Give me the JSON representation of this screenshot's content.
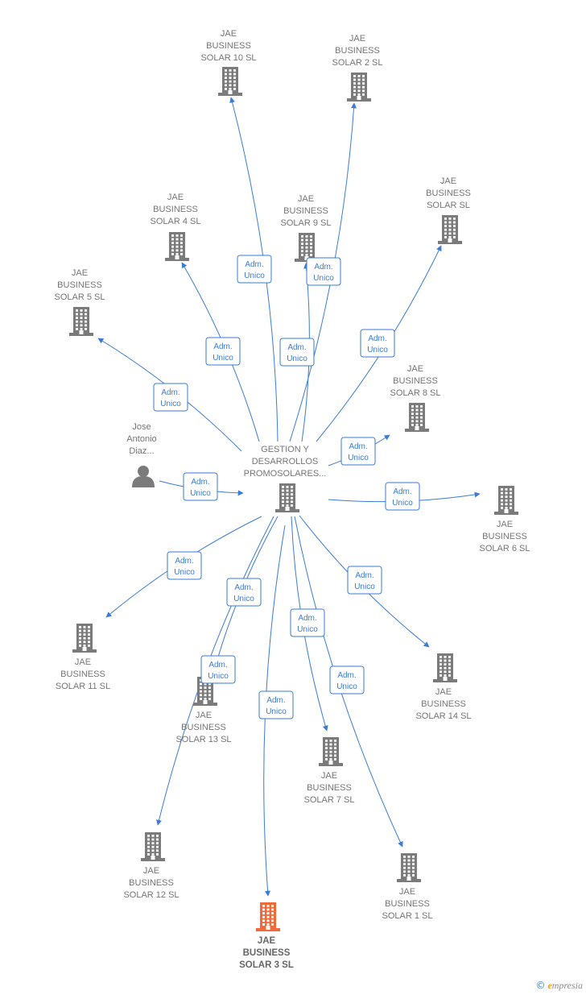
{
  "colors": {
    "edge": "#3a7bd5",
    "node": "#7b7b7b",
    "highlight": "#f26a3a",
    "label": "#757575"
  },
  "edge_label": [
    "Adm.",
    "Unico"
  ],
  "center": {
    "lines": [
      "GESTION Y",
      "DESARROLLOS",
      "PROMOSOLARES..."
    ],
    "icon": "building-icon"
  },
  "person": {
    "lines": [
      "Jose",
      "Antonio",
      "Diaz..."
    ],
    "icon": "person-icon"
  },
  "companies": [
    {
      "key": "solar10",
      "lines": [
        "JAE",
        "BUSINESS",
        "SOLAR 10  SL"
      ],
      "highlight": false
    },
    {
      "key": "solar2",
      "lines": [
        "JAE",
        "BUSINESS",
        "SOLAR 2  SL"
      ],
      "highlight": false
    },
    {
      "key": "solar",
      "lines": [
        "JAE",
        "BUSINESS",
        "SOLAR  SL"
      ],
      "highlight": false
    },
    {
      "key": "solar4",
      "lines": [
        "JAE",
        "BUSINESS",
        "SOLAR 4  SL"
      ],
      "highlight": false
    },
    {
      "key": "solar9",
      "lines": [
        "JAE",
        "BUSINESS",
        "SOLAR 9  SL"
      ],
      "highlight": false
    },
    {
      "key": "solar5",
      "lines": [
        "JAE",
        "BUSINESS",
        "SOLAR 5  SL"
      ],
      "highlight": false
    },
    {
      "key": "solar8",
      "lines": [
        "JAE",
        "BUSINESS",
        "SOLAR 8  SL"
      ],
      "highlight": false
    },
    {
      "key": "solar6",
      "lines": [
        "JAE",
        "BUSINESS",
        "SOLAR 6  SL"
      ],
      "highlight": false
    },
    {
      "key": "solar11",
      "lines": [
        "JAE",
        "BUSINESS",
        "SOLAR 11  SL"
      ],
      "highlight": false
    },
    {
      "key": "solar14",
      "lines": [
        "JAE",
        "BUSINESS",
        "SOLAR 14  SL"
      ],
      "highlight": false
    },
    {
      "key": "solar13",
      "lines": [
        "JAE",
        "BUSINESS",
        "SOLAR 13  SL"
      ],
      "highlight": false
    },
    {
      "key": "solar7",
      "lines": [
        "JAE",
        "BUSINESS",
        "SOLAR 7  SL"
      ],
      "highlight": false
    },
    {
      "key": "solar12",
      "lines": [
        "JAE",
        "BUSINESS",
        "SOLAR 12  SL"
      ],
      "highlight": false
    },
    {
      "key": "solar1",
      "lines": [
        "JAE",
        "BUSINESS",
        "SOLAR 1  SL"
      ],
      "highlight": false
    },
    {
      "key": "solar3",
      "lines": [
        "JAE",
        "BUSINESS",
        "SOLAR 3  SL"
      ],
      "highlight": true
    }
  ],
  "edges": [
    {
      "from": "person",
      "to": "center"
    },
    {
      "from": "center",
      "to": "solar10"
    },
    {
      "from": "center",
      "to": "solar2"
    },
    {
      "from": "center",
      "to": "solar"
    },
    {
      "from": "center",
      "to": "solar4"
    },
    {
      "from": "center",
      "to": "solar9"
    },
    {
      "from": "center",
      "to": "solar5"
    },
    {
      "from": "center",
      "to": "solar8"
    },
    {
      "from": "center",
      "to": "solar6"
    },
    {
      "from": "center",
      "to": "solar11"
    },
    {
      "from": "center",
      "to": "solar14"
    },
    {
      "from": "center",
      "to": "solar13"
    },
    {
      "from": "center",
      "to": "solar7"
    },
    {
      "from": "center",
      "to": "solar12"
    },
    {
      "from": "center",
      "to": "solar1"
    },
    {
      "from": "center",
      "to": "solar3"
    }
  ],
  "brand": {
    "copyright": "©",
    "initial": "e",
    "rest": "mpresia"
  }
}
